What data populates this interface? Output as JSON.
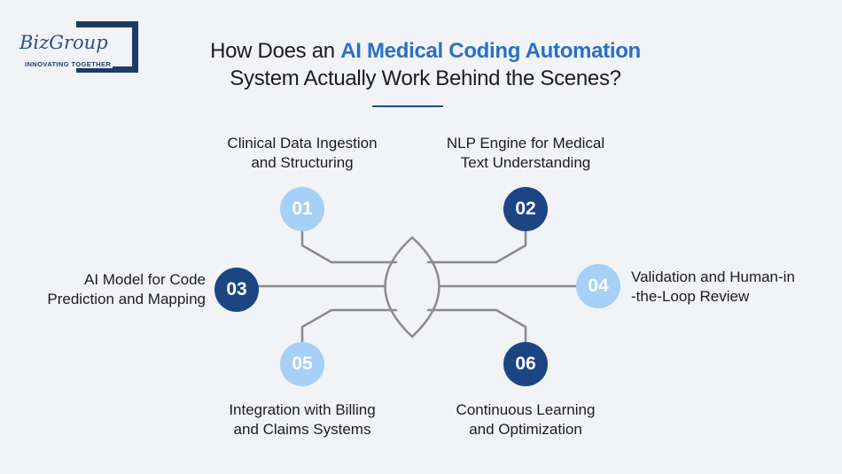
{
  "logo": {
    "wordmark": "BizGroup",
    "tagline": "INNOVATING TOGETHER"
  },
  "title": {
    "part1": "How Does an ",
    "highlight": "AI Medical Coding Automation",
    "part2": "System Actually Work Behind the Scenes?"
  },
  "steps": [
    {
      "number": "01",
      "line1": "Clinical Data Ingestion",
      "line2": "and Structuring",
      "style": "light"
    },
    {
      "number": "02",
      "line1": "NLP Engine for Medical",
      "line2": "Text Understanding",
      "style": "dark"
    },
    {
      "number": "03",
      "line1": "AI Model for Code",
      "line2": "Prediction and Mapping",
      "style": "dark"
    },
    {
      "number": "04",
      "line1": "Validation and Human-in",
      "line2": "-the-Loop Review",
      "style": "light"
    },
    {
      "number": "05",
      "line1": "Integration with Billing",
      "line2": "and Claims Systems",
      "style": "light"
    },
    {
      "number": "06",
      "line1": "Continuous Learning",
      "line2": "and Optimization",
      "style": "dark"
    }
  ],
  "colors": {
    "dark_circle": "#1d4584",
    "light_circle": "#a6d0f5",
    "title_highlight": "#2a6fc4",
    "connector": "#8a8a8a",
    "background": "#f2f3f6"
  }
}
